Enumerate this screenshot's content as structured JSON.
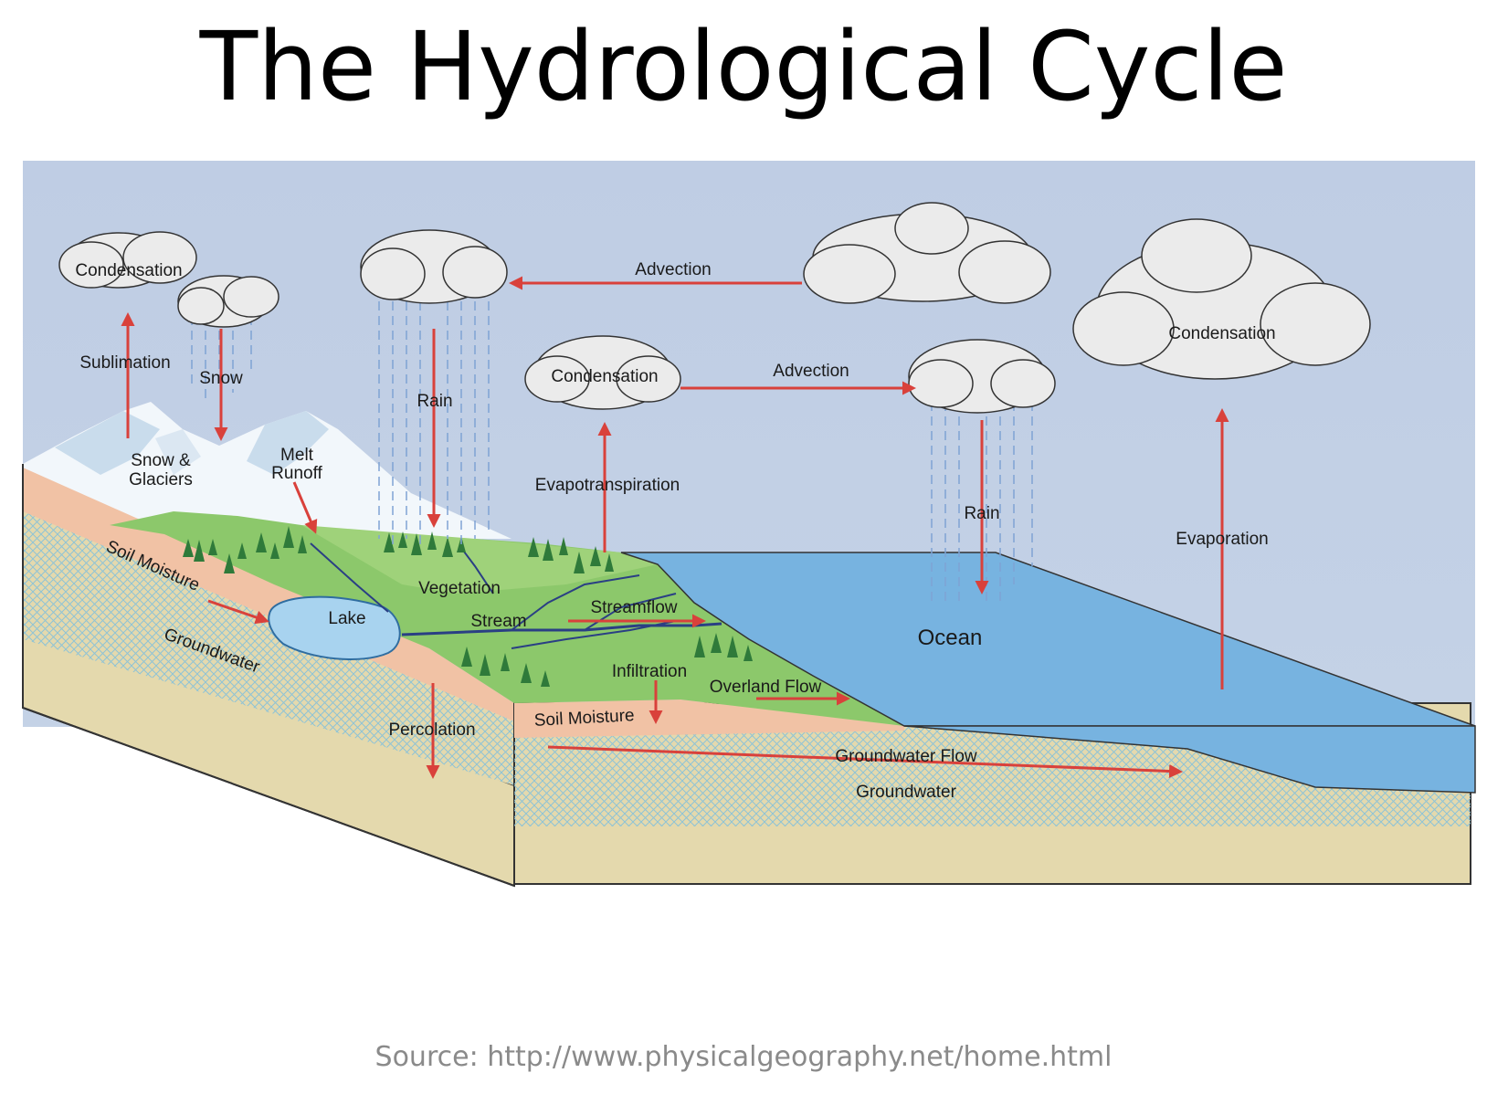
{
  "title": "The Hydrological Cycle",
  "source": "Source: http://www.physicalgeography.net/home.html",
  "labels": {
    "condensation_left": "Condensation",
    "sublimation": "Sublimation",
    "snow": "Snow",
    "snow_glaciers_1": "Snow &",
    "snow_glaciers_2": "Glaciers",
    "melt_runoff_1": "Melt",
    "melt_runoff_2": "Runoff",
    "rain_left": "Rain",
    "advection_top": "Advection",
    "condensation_mid": "Condensation",
    "advection_mid": "Advection",
    "evapotranspiration": "Evapotranspiration",
    "rain_right": "Rain",
    "condensation_right": "Condensation",
    "evaporation": "Evaporation",
    "soil_moisture_left": "Soil Moisture",
    "groundwater_left": "Groundwater",
    "lake": "Lake",
    "vegetation": "Vegetation",
    "stream": "Stream",
    "streamflow": "Streamflow",
    "infiltration": "Infiltration",
    "overland_flow": "Overland Flow",
    "percolation": "Percolation",
    "soil_moisture_mid": "Soil Moisture",
    "groundwater_flow": "Groundwater Flow",
    "groundwater_mid": "Groundwater",
    "ocean": "Ocean"
  }
}
